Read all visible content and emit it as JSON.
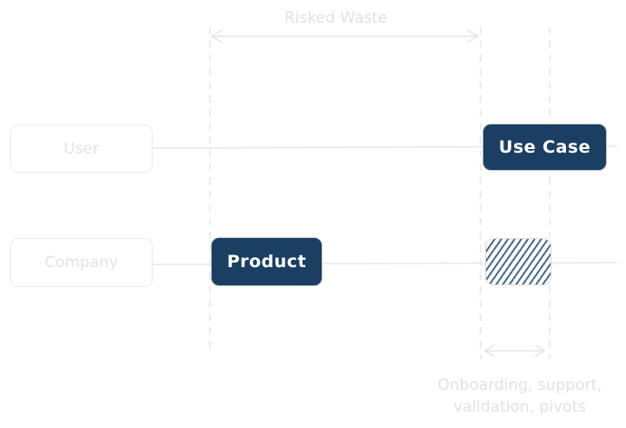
{
  "top_label": "Risked Waste",
  "rows": {
    "user": {
      "label": "User"
    },
    "company": {
      "label": "Company"
    }
  },
  "boxes": {
    "use_case": "Use Case",
    "product": "Product"
  },
  "bottom_caption": {
    "line1": "Onboarding, support,",
    "line2": "validation, pivots"
  },
  "colors": {
    "accent": "#1a3f62",
    "hatch": "#4a6d8c",
    "faint_line": "#e8e8e8",
    "faint_text": "#e2e2e2"
  }
}
